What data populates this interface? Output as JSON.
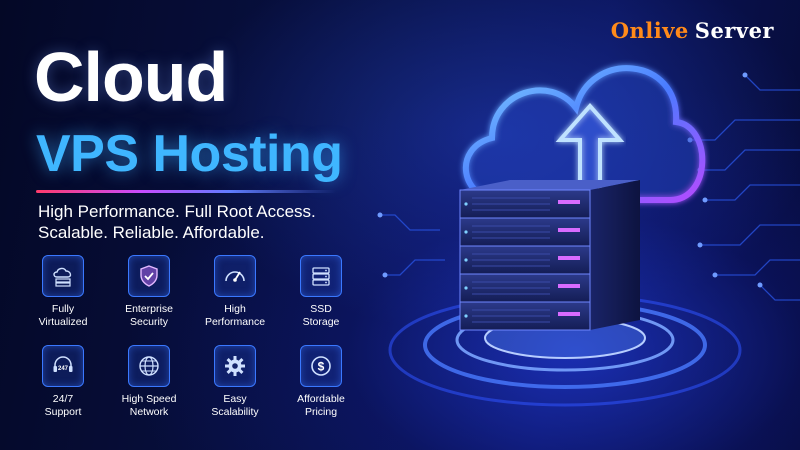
{
  "brand": {
    "part1": "Onlive",
    "part2": "Server",
    "accent_color": "#ff8a1a"
  },
  "hero": {
    "title_line1": "Cloud",
    "title_line2": "VPS Hosting",
    "title_line2_color": "#3fb6ff",
    "tagline_line1": "High Performance. Full Root Access.",
    "tagline_line2": "Scalable. Reliable. Affordable."
  },
  "features": [
    {
      "icon": "cloud-server-icon",
      "line1": "Fully",
      "line2": "Virtualized"
    },
    {
      "icon": "shield-check-icon",
      "line1": "Enterprise",
      "line2": "Security"
    },
    {
      "icon": "speedometer-icon",
      "line1": "High",
      "line2": "Performance"
    },
    {
      "icon": "ssd-drive-icon",
      "line1": "SSD",
      "line2": "Storage"
    },
    {
      "icon": "headset-247-icon",
      "line1": "24/7",
      "line2": "Support"
    },
    {
      "icon": "globe-icon",
      "line1": "High Speed",
      "line2": "Network"
    },
    {
      "icon": "gear-icon",
      "line1": "Easy",
      "line2": "Scalability"
    },
    {
      "icon": "dollar-coin-icon",
      "line1": "Affordable",
      "line2": "Pricing"
    }
  ],
  "icon_247_text": "247",
  "colors": {
    "background": "#050a2e",
    "accent_blue": "#3a78ff",
    "glow": "#5a8cff"
  }
}
